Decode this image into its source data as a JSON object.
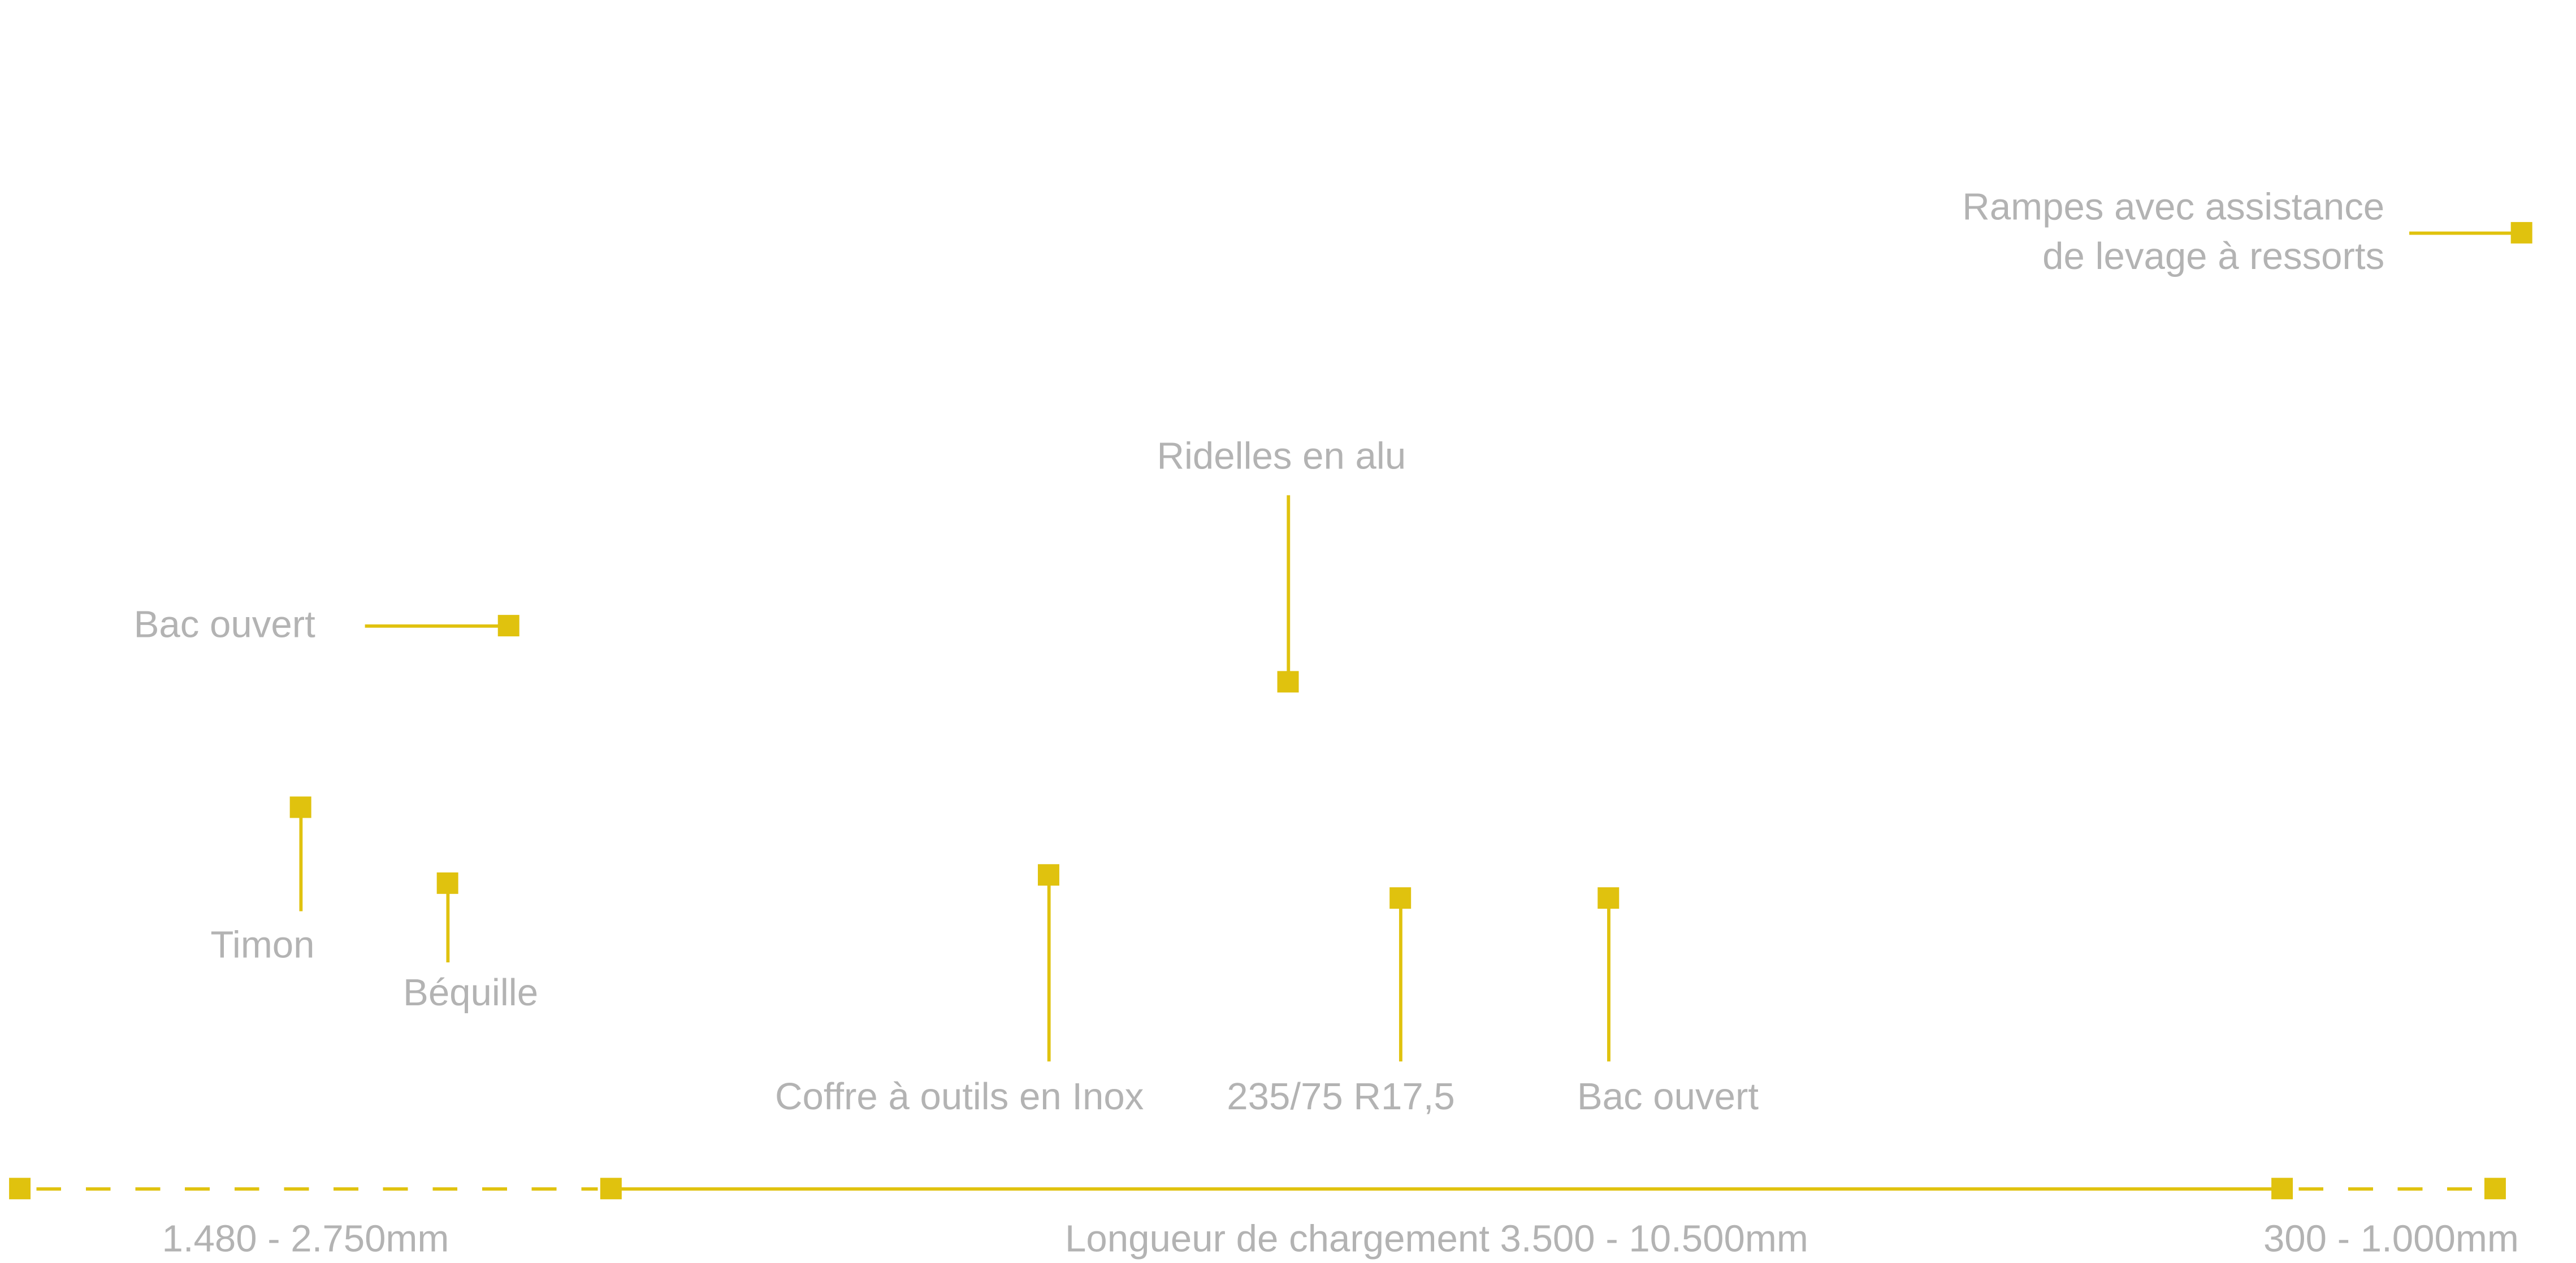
{
  "colors": {
    "accent": "#e0c20e",
    "text": "#b3b3b3"
  },
  "callouts": {
    "rampes_line1": "Rampes avec assistance",
    "rampes_line2": "de levage à ressorts",
    "ridelles": "Ridelles en alu",
    "bac_ouvert_front": "Bac ouvert",
    "timon": "Timon",
    "bequille": "Béquille",
    "coffre": "Coffre à outils en Inox",
    "pneus": "235/75 R17,5",
    "bac_ouvert_rear": "Bac ouvert"
  },
  "dimensions": {
    "front": "1.480 - 2.750mm",
    "loading_length": "Longueur de chargement 3.500 - 10.500mm",
    "rear": "300 - 1.000mm"
  }
}
